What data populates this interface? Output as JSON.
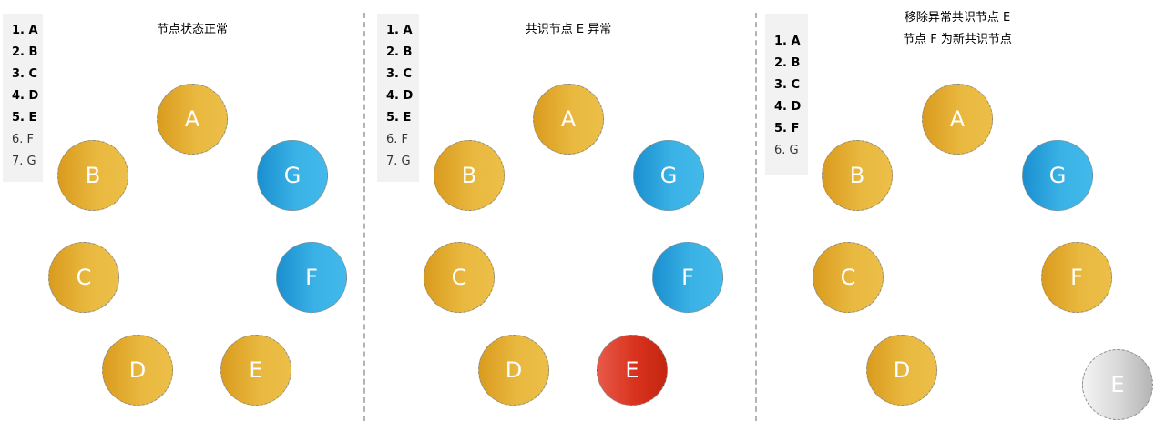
{
  "colors": {
    "healthy": "#E3AE32",
    "follower": "#2EA6DE",
    "faulty": "#D8321E",
    "removed": "#C8C8C8"
  },
  "panels": [
    {
      "title_lines": [
        "节点状态正常"
      ],
      "legend": [
        {
          "text": "1. A",
          "bold": true
        },
        {
          "text": "2. B",
          "bold": true
        },
        {
          "text": "3. C",
          "bold": true
        },
        {
          "text": "4. D",
          "bold": true
        },
        {
          "text": "5. E",
          "bold": true
        },
        {
          "text": "6. F",
          "bold": false
        },
        {
          "text": "7. G",
          "bold": false
        }
      ],
      "nodes": [
        {
          "label": "A",
          "state": "gold"
        },
        {
          "label": "B",
          "state": "gold"
        },
        {
          "label": "C",
          "state": "gold"
        },
        {
          "label": "D",
          "state": "gold"
        },
        {
          "label": "E",
          "state": "gold"
        },
        {
          "label": "F",
          "state": "blue"
        },
        {
          "label": "G",
          "state": "blue"
        }
      ]
    },
    {
      "title_lines": [
        "共识节点 E 异常"
      ],
      "legend": [
        {
          "text": "1. A",
          "bold": true
        },
        {
          "text": "2. B",
          "bold": true
        },
        {
          "text": "3. C",
          "bold": true
        },
        {
          "text": "4. D",
          "bold": true
        },
        {
          "text": "5. E",
          "bold": true
        },
        {
          "text": "6. F",
          "bold": false
        },
        {
          "text": "7. G",
          "bold": false
        }
      ],
      "nodes": [
        {
          "label": "A",
          "state": "gold"
        },
        {
          "label": "B",
          "state": "gold"
        },
        {
          "label": "C",
          "state": "gold"
        },
        {
          "label": "D",
          "state": "gold"
        },
        {
          "label": "E",
          "state": "red"
        },
        {
          "label": "F",
          "state": "blue"
        },
        {
          "label": "G",
          "state": "blue"
        }
      ]
    },
    {
      "title_lines": [
        "移除异常共识节点 E",
        "节点 F 为新共识节点"
      ],
      "legend": [
        {
          "text": "1. A",
          "bold": true
        },
        {
          "text": "2. B",
          "bold": true
        },
        {
          "text": "3. C",
          "bold": true
        },
        {
          "text": "4. D",
          "bold": true
        },
        {
          "text": "5. F",
          "bold": true
        },
        {
          "text": "6. G",
          "bold": false
        }
      ],
      "nodes": [
        {
          "label": "A",
          "state": "gold"
        },
        {
          "label": "B",
          "state": "gold"
        },
        {
          "label": "C",
          "state": "gold"
        },
        {
          "label": "D",
          "state": "gold"
        },
        {
          "label": "E",
          "state": "gray"
        },
        {
          "label": "F",
          "state": "gold"
        },
        {
          "label": "G",
          "state": "blue"
        }
      ]
    }
  ]
}
